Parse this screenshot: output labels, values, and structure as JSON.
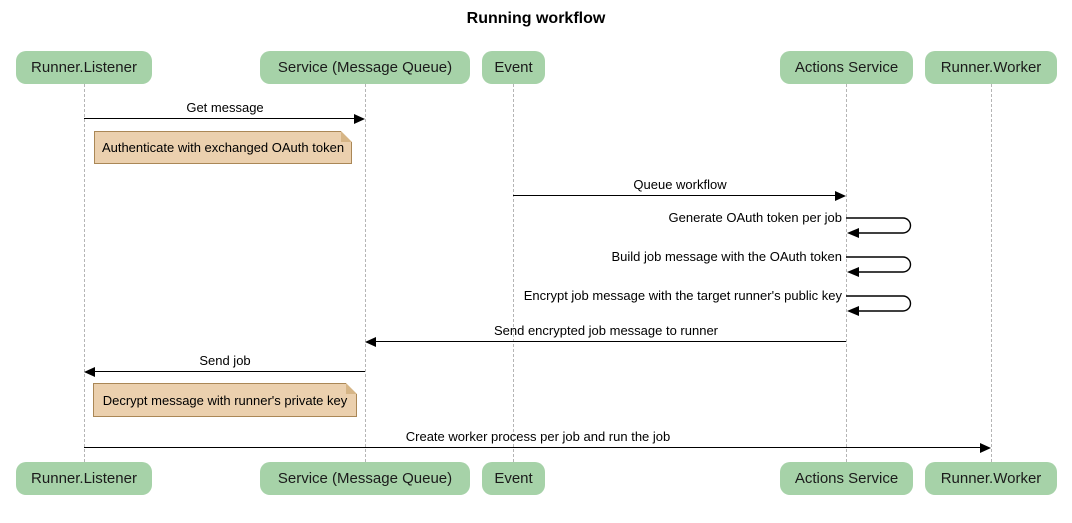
{
  "title": "Running workflow",
  "participants": [
    {
      "label": "Runner.Listener"
    },
    {
      "label": "Service (Message Queue)"
    },
    {
      "label": "Event"
    },
    {
      "label": "Actions Service"
    },
    {
      "label": "Runner.Worker"
    }
  ],
  "messages": [
    {
      "label": "Get message",
      "from": "Runner.Listener",
      "to": "Service (Message Queue)",
      "kind": "solid-arrow"
    },
    {
      "label": "Queue workflow",
      "from": "Event",
      "to": "Actions Service",
      "kind": "solid-arrow"
    },
    {
      "label": "Generate OAuth token per job",
      "from": "Actions Service",
      "to": "Actions Service",
      "kind": "self"
    },
    {
      "label": "Build job message with the OAuth token",
      "from": "Actions Service",
      "to": "Actions Service",
      "kind": "self"
    },
    {
      "label": "Encrypt job message with the target runner's public key",
      "from": "Actions Service",
      "to": "Actions Service",
      "kind": "self"
    },
    {
      "label": "Send encrypted job message to runner",
      "from": "Actions Service",
      "to": "Service (Message Queue)",
      "kind": "solid-arrow"
    },
    {
      "label": "Send job",
      "from": "Service (Message Queue)",
      "to": "Runner.Listener",
      "kind": "solid-arrow"
    },
    {
      "label": "Create worker process per job and run the job",
      "from": "Runner.Listener",
      "to": "Runner.Worker",
      "kind": "solid-arrow"
    }
  ],
  "notes": [
    {
      "text": "Authenticate with exchanged OAuth token"
    },
    {
      "text": "Decrypt message with runner's private key"
    }
  ],
  "colors": {
    "participant_fill": "#A6D2A8",
    "note_fill": "#EBD0AE",
    "note_border": "#AA8756",
    "lifeline": "#B5B5B5",
    "arrow": "#000000",
    "background": "#FFFFFF"
  }
}
